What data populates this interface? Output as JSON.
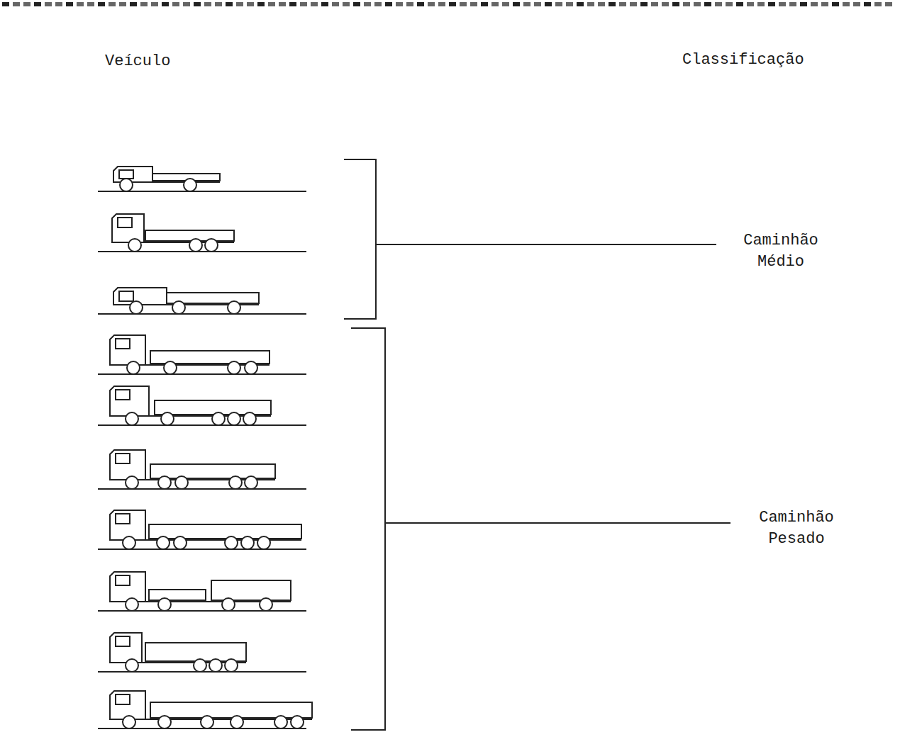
{
  "diagram": {
    "labels": [
      "Veículo",
      "Classificação",
      "Caminhão Médio",
      "Caminhão Pesado"
    ]
  }
}
